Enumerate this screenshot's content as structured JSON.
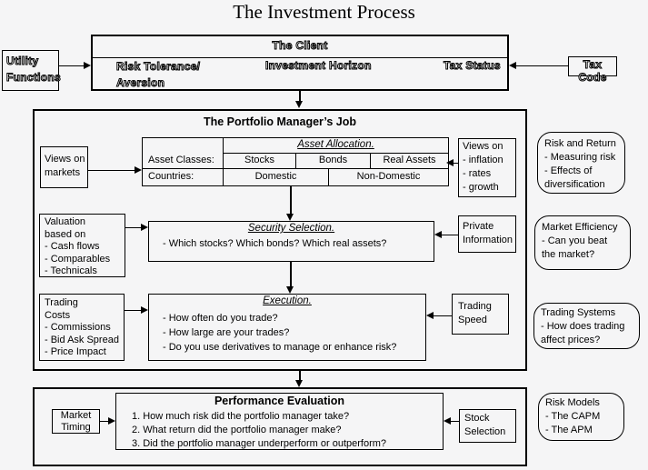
{
  "page": {
    "title": "The Investment Process",
    "bg_color": "#f5f5f6",
    "line_color": "#000000"
  },
  "inputs": {
    "utility_functions": "Utility\nFunctions",
    "tax_code": "Tax Code"
  },
  "client": {
    "title": "The Client",
    "risk_tolerance": "Risk Tolerance/\nAversion",
    "investment_horizon": "Investment Horizon",
    "tax_status": "Tax Status"
  },
  "manager": {
    "title": "The Portfolio Manager’s Job",
    "views_markets": "Views on\nmarkets",
    "views_econ": "Views on\n- inflation\n- rates\n- growth",
    "asset_allocation": {
      "heading": "Asset Allocation.",
      "row_label_classes": "Asset Classes:",
      "row_label_countries": "Countries:",
      "asset_classes": [
        "Stocks",
        "Bonds",
        "Real Assets"
      ],
      "countries": [
        "Domestic",
        "Non-Domestic"
      ]
    },
    "valuation": "Valuation\nbased on\n- Cash flows\n- Comparables\n- Technicals",
    "security_selection": {
      "heading": "Security Selection.",
      "body": "- Which stocks? Which bonds? Which real assets?"
    },
    "private_info": "Private\nInformation",
    "trading_costs": "Trading\nCosts\n- Commissions\n- Bid Ask Spread\n- Price Impact",
    "execution": {
      "heading": "Execution.",
      "lines": [
        "- How often do you trade?",
        "- How large are your trades?",
        "- Do you use derivatives to manage or enhance risk?"
      ]
    },
    "trading_speed": "Trading\nSpeed"
  },
  "performance": {
    "title": "Performance Evaluation",
    "market_timing": "Market\nTiming",
    "stock_selection": "Stock\nSelection",
    "items": [
      "1. How much risk did the portfolio manager take?",
      "2. What return did the portfolio manager make?",
      "3. Did the portfolio manager underperform or outperform?"
    ]
  },
  "sidebar": {
    "bubbles": [
      "Risk and Return\n- Measuring risk\n- Effects of\ndiversification",
      "Market Efficiency\n- Can you beat\nthe market?",
      "Trading Systems\n- How does trading\naffect prices?",
      "Risk Models\n- The CAPM\n- The APM"
    ]
  }
}
